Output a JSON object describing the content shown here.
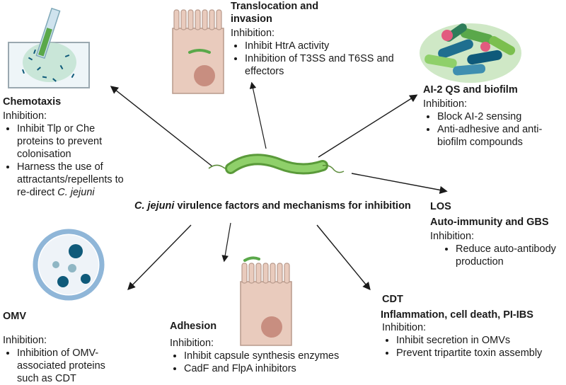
{
  "center": {
    "species": "C. jejuni",
    "label": "virulence factors and  mechanisms for inhibition"
  },
  "sections": {
    "chemotaxis": {
      "title": "Chemotaxis",
      "inhibition_label": "Inhibition:",
      "items": [
        "Inhibit Tlp or Che proteins to prevent colonisation",
        "Harness the use of attractants/repellents to re-direct"
      ],
      "item_species": "C. jejuni"
    },
    "translocation": {
      "title_line1": "Translocation and",
      "title_line2": "invasion",
      "inhibition_label": "Inhibition:",
      "items": [
        "Inhibit HtrA activity",
        "Inhibition of T3SS and T6SS and effectors"
      ]
    },
    "ai2": {
      "title": "AI-2 QS and biofilm",
      "inhibition_label": "Inhibition:",
      "items": [
        "Block AI-2 sensing",
        "Anti-adhesive and anti-biofilm compounds"
      ]
    },
    "los": {
      "title": "LOS",
      "subtitle": "Auto-immunity and GBS",
      "inhibition_label": "Inhibition:",
      "items": [
        "Reduce auto-antibody production"
      ]
    },
    "omv": {
      "title": "OMV",
      "inhibition_label": "Inhibition:",
      "items": [
        "Inhibition of OMV-associated proteins such as CDT"
      ]
    },
    "adhesion": {
      "title": "Adhesion",
      "inhibition_label": "Inhibition:",
      "items": [
        "Inhibit capsule synthesis enzymes",
        "CadF and FlpA inhibitors"
      ]
    },
    "cdt": {
      "title": "CDT",
      "subtitle": "Inflammation, cell death, PI-IBS",
      "inhibition_label": "Inhibition:",
      "items": [
        "Inhibit secretion in OMVs",
        "Prevent tripartite toxin assembly"
      ]
    }
  },
  "colors": {
    "bacterium": "#7bbf4e",
    "cell": "#e9cbbd",
    "nucleus": "#c88e80",
    "omv_dark": "#0f5a7a",
    "omv_light": "#8fb6c4",
    "biofilm_blue": "#1f6f8f",
    "biofilm_green": "#5aa84a",
    "biofilm_pink": "#e25b7f"
  }
}
